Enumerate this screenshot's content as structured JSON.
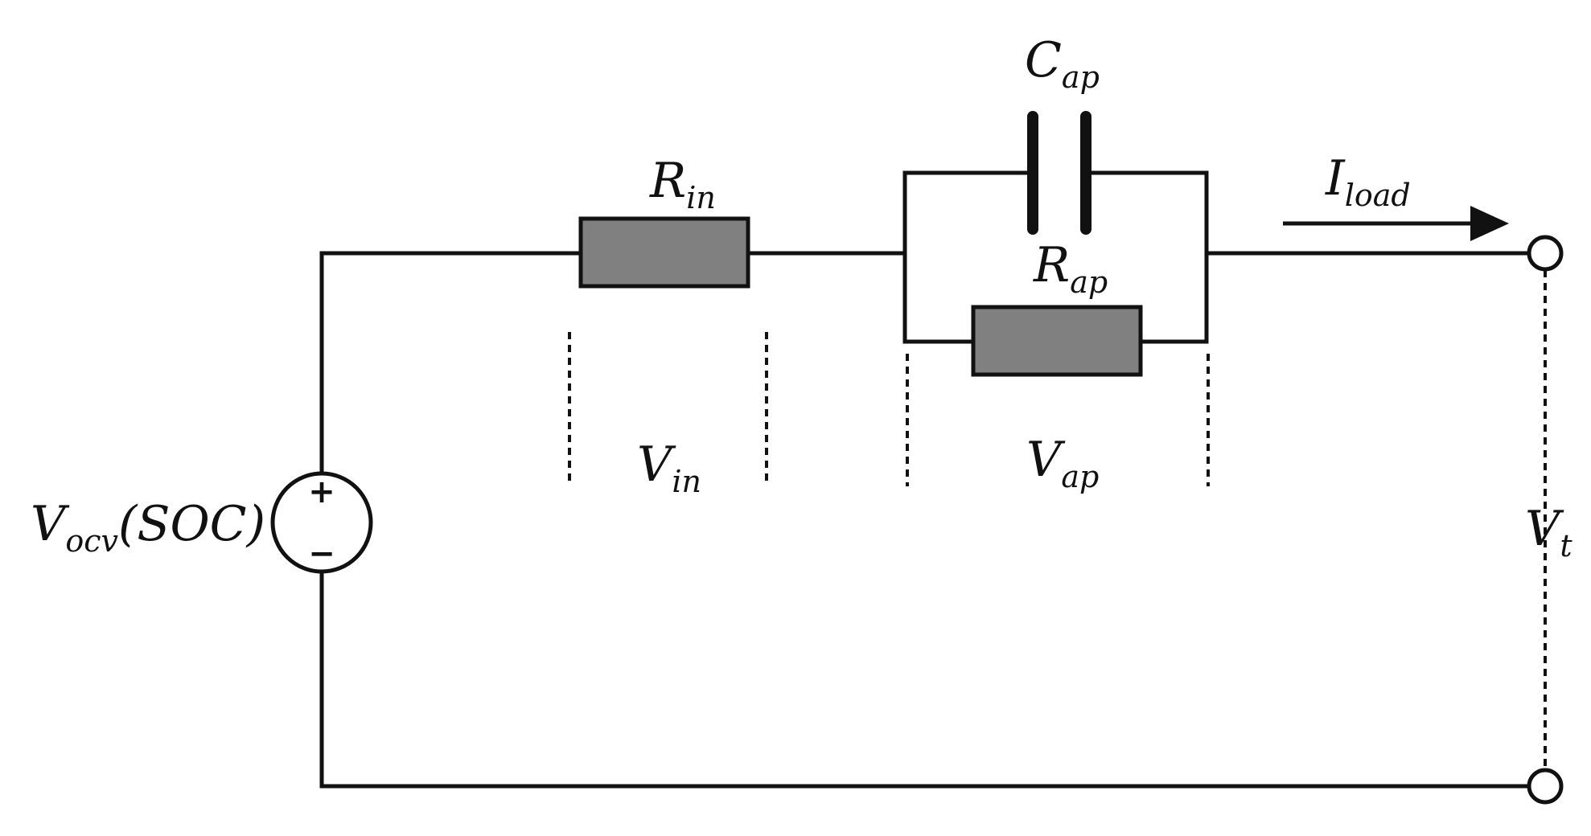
{
  "colors": {
    "wire": "#111111",
    "resistor_fill": "#808080",
    "background": "#ffffff"
  },
  "source": {
    "label_main": "V",
    "label_sub": "ocv",
    "label_suffix": "(SOC)",
    "plus": "+",
    "minus": "−"
  },
  "rin": {
    "label_main": "R",
    "label_sub": "in"
  },
  "vin": {
    "label_main": "V",
    "label_sub": "in"
  },
  "cap": {
    "label_main": "C",
    "label_sub": "ap"
  },
  "rap": {
    "label_main": "R",
    "label_sub": "ap"
  },
  "vap": {
    "label_main": "V",
    "label_sub": "ap"
  },
  "iload": {
    "label_main": "I",
    "label_sub": "load"
  },
  "vt": {
    "label_main": "V",
    "label_sub": "t"
  }
}
